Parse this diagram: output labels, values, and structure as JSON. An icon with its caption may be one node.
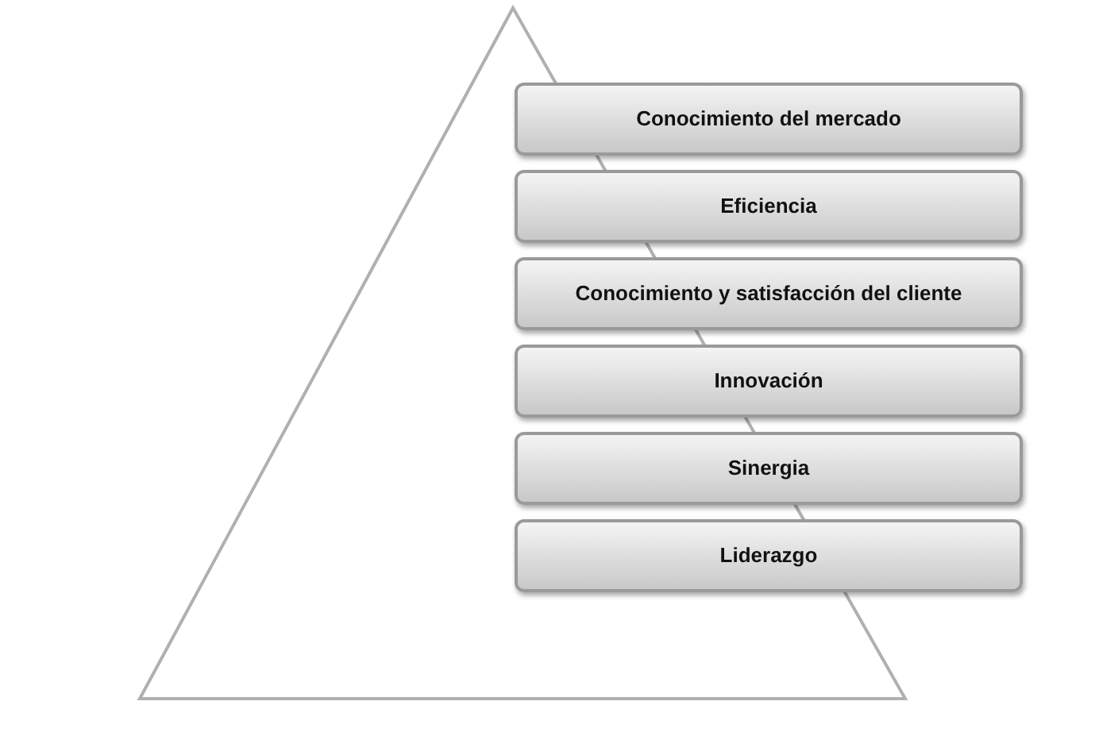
{
  "diagram": {
    "nodes": [
      {
        "text": [
          "Conocimiento del mercado"
        ]
      },
      {
        "text": [
          "Eficiencia"
        ]
      },
      {
        "text": [
          "Conocimiento y satisfacción del cliente"
        ]
      },
      {
        "text": [
          "Innovación"
        ]
      },
      {
        "text": [
          "Sinergia"
        ]
      },
      {
        "text": [
          "Liderazgo"
        ]
      }
    ],
    "edges": []
  }
}
